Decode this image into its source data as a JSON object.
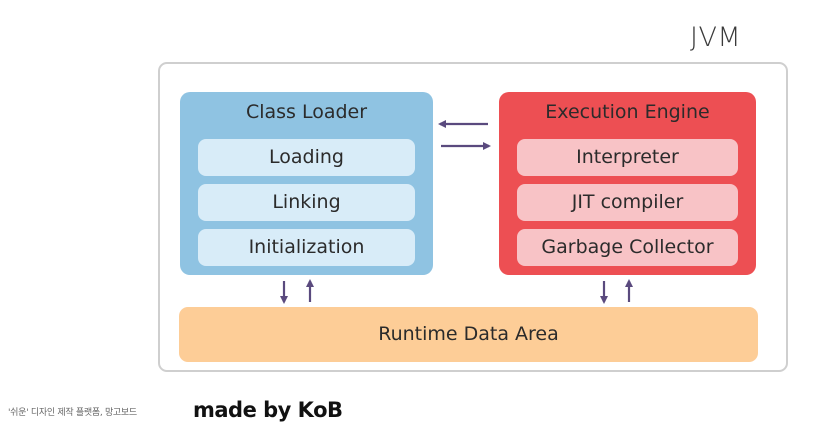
{
  "jvm": {
    "label": "JVM"
  },
  "class_loader": {
    "title": "Class Loader",
    "items": [
      "Loading",
      "Linking",
      "Initialization"
    ]
  },
  "execution_engine": {
    "title": "Execution Engine",
    "items": [
      "Interpreter",
      "JIT compiler",
      "Garbage Collector"
    ]
  },
  "runtime_data_area": {
    "label": "Runtime Data Area"
  },
  "footer": {
    "korean_credit": "'쉬운' 디자인 제작 플랫폼, 망고보드",
    "made_by": "made by KoB"
  },
  "colors": {
    "class_loader_bg": "#8fc3e2",
    "class_loader_item_bg": "#d8ecf8",
    "execution_engine_bg": "#ed4f53",
    "execution_engine_item_bg": "#f8c3c6",
    "runtime_bg": "#fdcd97",
    "arrow": "#5a4a7e",
    "frame_border": "#cfcfcf"
  }
}
